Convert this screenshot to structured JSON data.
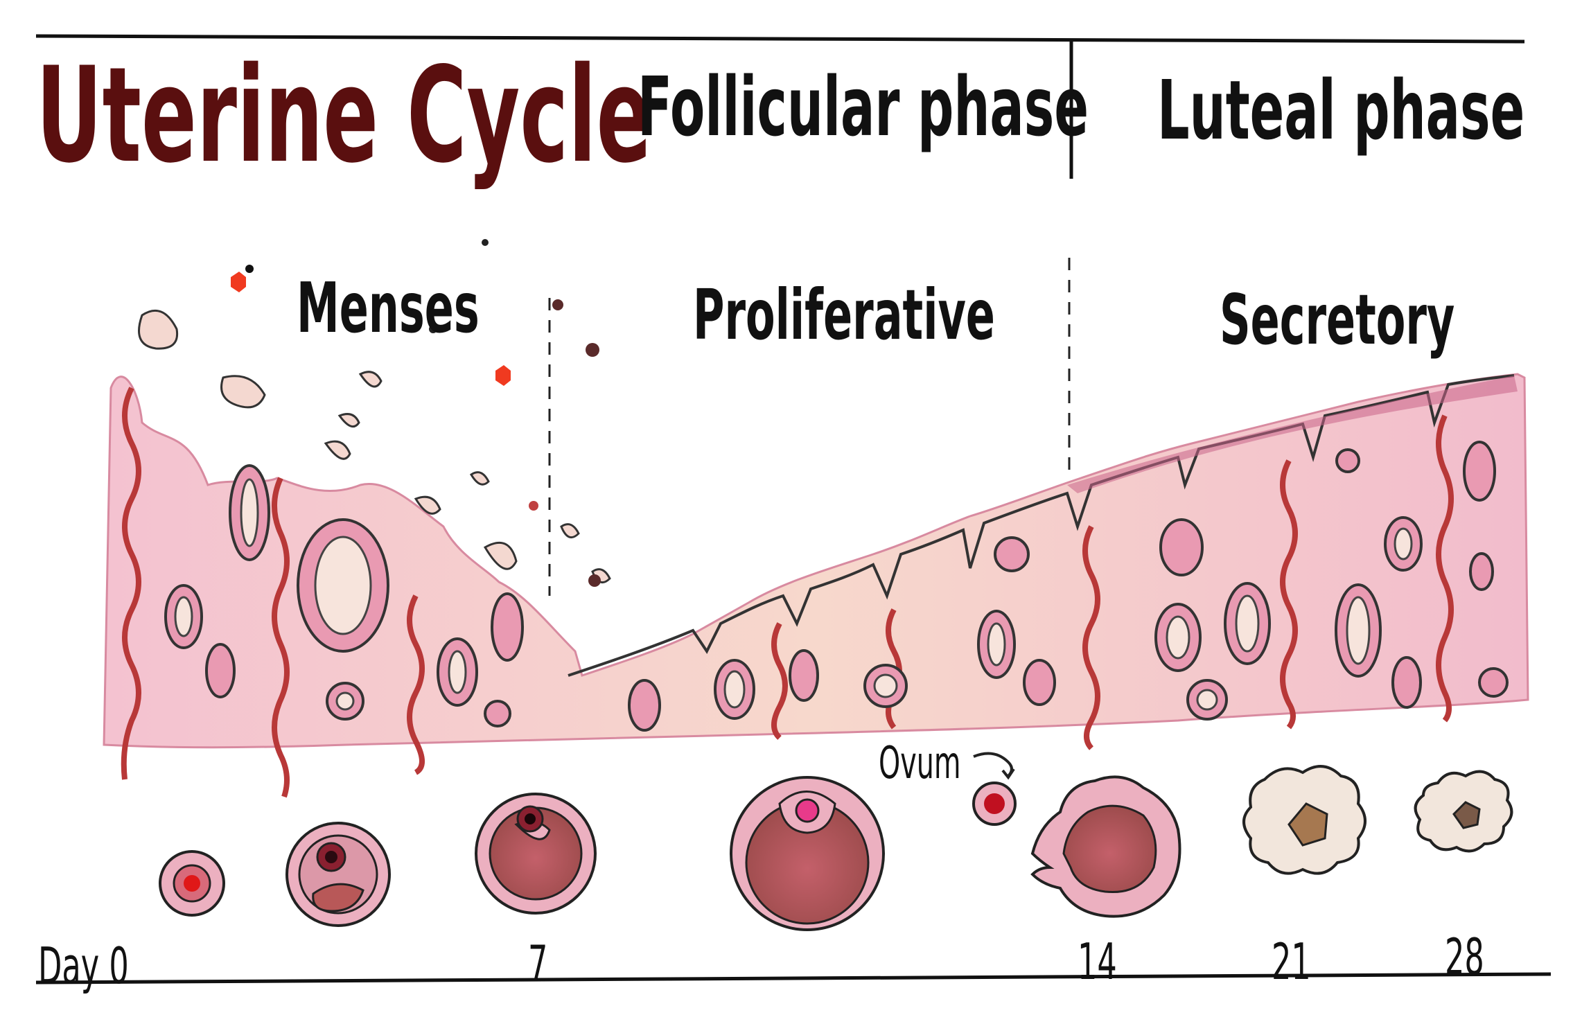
{
  "title": "Uterine Cycle",
  "phases": {
    "follicular": "Follicular phase",
    "luteal": "Luteal phase"
  },
  "stages": {
    "menses": "Menses",
    "proliferative": "Proliferative",
    "secretory": "Secretory"
  },
  "ovum_label": "Ovum",
  "days": {
    "d0": "Day 0",
    "d7": "7",
    "d14": "14",
    "d21": "21",
    "d28": "28"
  },
  "colors": {
    "title": "#5a0f0f",
    "endometrium": "#f0b8c8",
    "stroma": "#f6d6c8",
    "gland": "#c86488",
    "vessel": "#b83838",
    "follicle": "#e8a8b8",
    "antrum": "#b05060",
    "corpus": "#f2e6dc"
  }
}
